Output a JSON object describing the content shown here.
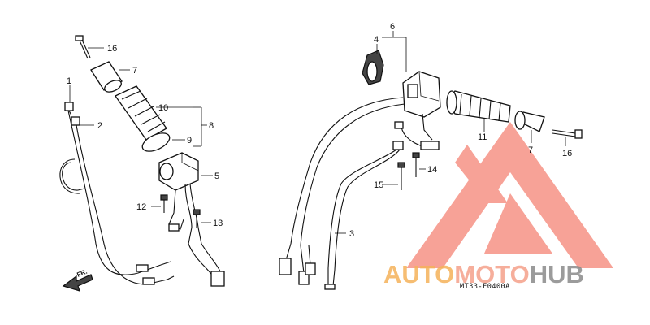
{
  "callouts": [
    "16",
    "7",
    "1",
    "2",
    "10",
    "8",
    "9",
    "5",
    "12",
    "13",
    "6",
    "4",
    "11",
    "7",
    "16",
    "14",
    "15",
    "3"
  ],
  "direction_label": "FR.",
  "diagram_code": "MT33-F0400A",
  "watermark": {
    "word_1": "AUTO",
    "word_2": "MOTO",
    "word_3": "HUB",
    "colors": {
      "auto": "#f5b25a",
      "moto": "#f5a08a",
      "hub": "#8a8a8a",
      "triangle": "#f47c6c"
    }
  }
}
